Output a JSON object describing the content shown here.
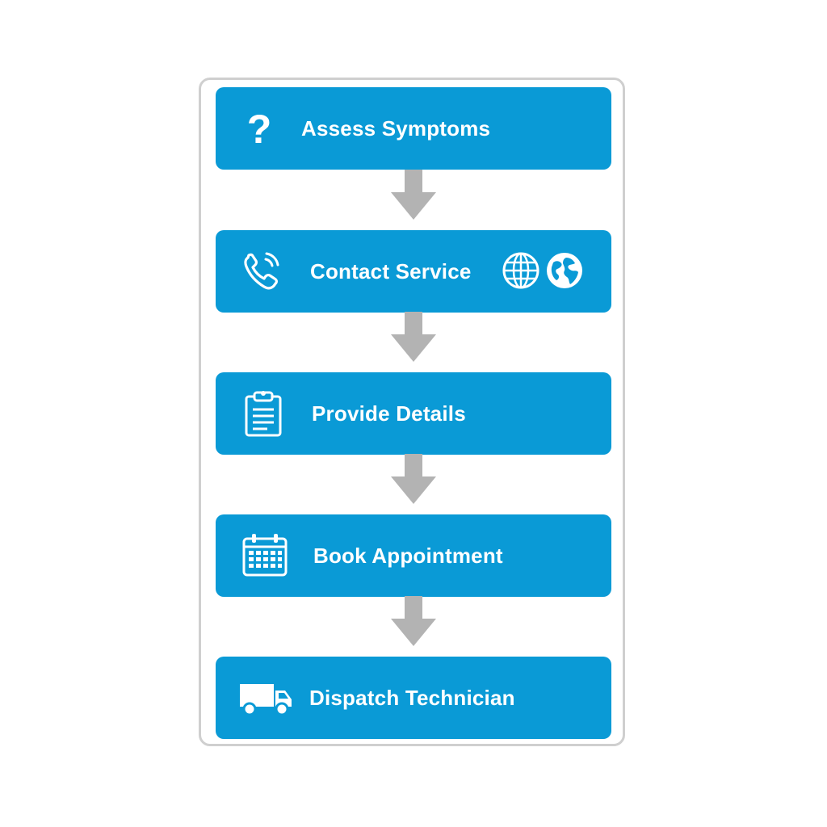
{
  "flow": {
    "steps": [
      {
        "label": "Assess Symptoms",
        "icon": "question-mark-icon"
      },
      {
        "label": "Contact Service",
        "icon": "phone-icon",
        "extra_icons": [
          "globe-grid-icon",
          "globe-earth-icon"
        ]
      },
      {
        "label": "Provide Details",
        "icon": "clipboard-icon"
      },
      {
        "label": "Book Appointment",
        "icon": "calendar-icon"
      },
      {
        "label": "Dispatch Technician",
        "icon": "truck-icon"
      }
    ]
  },
  "colors": {
    "step_fill": "#0a9ad6",
    "step_text": "#ffffff",
    "arrow": "#b3b3b3",
    "frame_border": "#cfcfcf"
  }
}
